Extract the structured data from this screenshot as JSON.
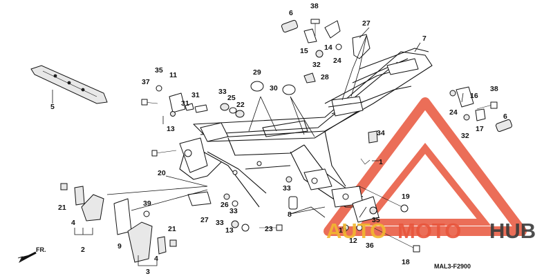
{
  "diagram": {
    "code_label": "MAL3-F2900",
    "direction_label": "FR.",
    "watermark": {
      "word_1": "AUTO",
      "word_2": "MOTO",
      "word_3": "HUB",
      "color_primary": "#e8553c",
      "color_secondary": "#f2b830",
      "color_dark": "#3a3a3a"
    },
    "callouts": [
      "1",
      "2",
      "3",
      "4",
      "4",
      "5",
      "6",
      "6",
      "7",
      "8",
      "9",
      "10",
      "11",
      "12",
      "13",
      "13",
      "14",
      "15",
      "16",
      "17",
      "18",
      "19",
      "20",
      "21",
      "21",
      "22",
      "23",
      "24",
      "24",
      "25",
      "26",
      "27",
      "27",
      "28",
      "29",
      "30",
      "31",
      "31",
      "32",
      "32",
      "33",
      "33",
      "33",
      "33",
      "34",
      "35",
      "35",
      "36",
      "37",
      "38",
      "38",
      "39"
    ]
  }
}
